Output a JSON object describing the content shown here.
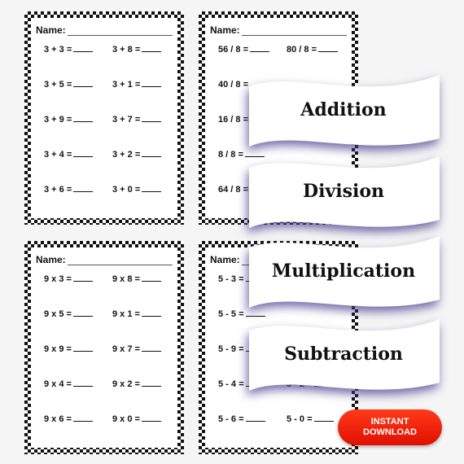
{
  "name_label": "Name:",
  "sheets": [
    {
      "problems": [
        "3 + 3 =",
        "3 + 8 =",
        "3 + 5 =",
        "3 + 1 =",
        "3 + 9 =",
        "3 + 7 =",
        "3 + 4 =",
        "3 + 2 =",
        "3 + 6 =",
        "3 + 0 ="
      ]
    },
    {
      "problems": [
        "56 / 8 =",
        "80 / 8 =",
        "40 / 8 =",
        "",
        "16 / 8 =",
        "",
        "8 / 8 =",
        "",
        "64 / 8 =",
        ""
      ]
    },
    {
      "problems": [
        "9 x 3 =",
        "9 x 8 =",
        "9 x 5 =",
        "9 x 1 =",
        "9 x 9 =",
        "9 x 7 =",
        "9 x 4 =",
        "9 x 2 =",
        "9 x 6 =",
        "9 x 0 ="
      ]
    },
    {
      "problems": [
        "5 - 3 =",
        "",
        "5 - 5 =",
        "",
        "5 - 9 =",
        "",
        "5 - 4 =",
        "5 - 2 =",
        "5 - 6 =",
        "5 - 0 ="
      ]
    }
  ],
  "banners": [
    "Addition",
    "Division",
    "Multiplication",
    "Subtraction"
  ],
  "badge": {
    "line1": "INSTANT",
    "line2": "DOWNLOAD"
  },
  "colors": {
    "badge": "#ff2200",
    "banner_shadow": "#4b3a8c",
    "checker": "#111111"
  }
}
